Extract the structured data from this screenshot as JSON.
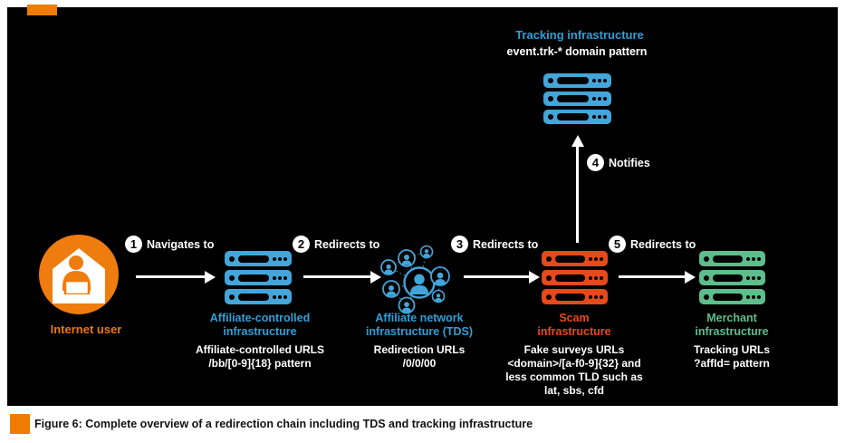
{
  "colors": {
    "background": "#000000",
    "page": "#ffffff",
    "blue_text": "#2f9fd8",
    "blue_server": "#44a5da",
    "scam_red": "#e6491b",
    "merchant_green": "#5dbe8c",
    "user_orange": "#ee7c0e",
    "brand_orange": "#f07c00",
    "white": "#ffffff",
    "caption_text": "#111111"
  },
  "caption": {
    "text": "Figure 6: Complete overview of a redirection chain including TDS and tracking infrastructure"
  },
  "tracking": {
    "title": "Tracking infrastructure",
    "subtitle": "event.trk-* domain pattern"
  },
  "steps": [
    {
      "num": "1",
      "label": "Navigates to"
    },
    {
      "num": "2",
      "label": "Redirects to"
    },
    {
      "num": "3",
      "label": "Redirects to"
    },
    {
      "num": "4",
      "label": "Notifies"
    },
    {
      "num": "5",
      "label": "Redirects to"
    }
  ],
  "user": {
    "label": "Internet user"
  },
  "affiliate": {
    "title1": "Affiliate-controlled",
    "title2": "infrastructure",
    "sub1": "Affiliate-controlled URLS",
    "sub2": "/bb/[0-9]{18} pattern"
  },
  "tds": {
    "title1": "Affiliate network",
    "title2": "infrastructure (TDS)",
    "sub1": "Redirection URLs",
    "sub2": "/0/0/00"
  },
  "scam": {
    "title1": "Scam",
    "title2": "infrastructure",
    "sub1": "Fake surveys URLs",
    "sub2": "<domain>/[a-f0-9]{32} and",
    "sub3": "less common TLD such as",
    "sub4": "lat, sbs, cfd"
  },
  "merchant": {
    "title1": "Merchant",
    "title2": "infrastructure",
    "sub1": "Tracking URLs",
    "sub2": "?affId= pattern"
  }
}
